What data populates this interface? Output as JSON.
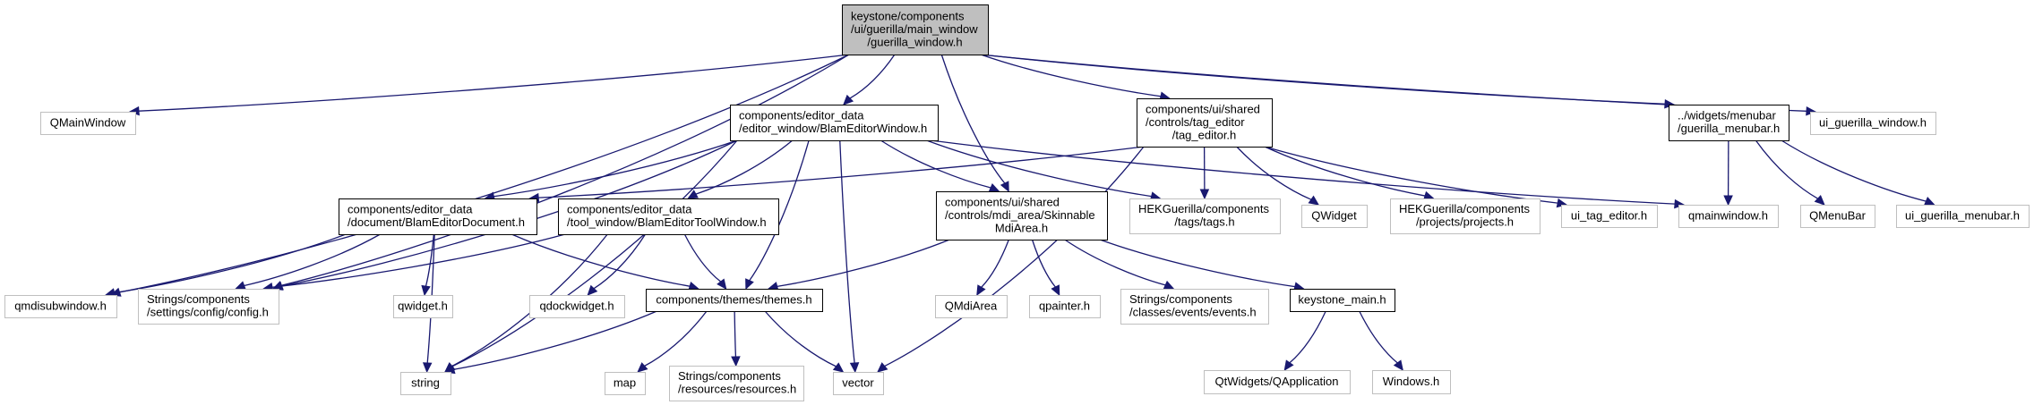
{
  "colors": {
    "edge": "#191970",
    "root_fill": "#bfbfbf",
    "root_border": "#000000",
    "documented_border": "#000000",
    "external_border": "#bfbfbf",
    "node_fill": "#ffffff"
  },
  "graph": {
    "title": "Include dependency graph for guerilla_window.h",
    "nodes": [
      {
        "id": "main",
        "kind": "root",
        "lines": [
          "keystone/components",
          "/ui/guerilla/main_window",
          "/guerilla_window.h"
        ]
      },
      {
        "id": "QMainWindow",
        "kind": "external",
        "lines": [
          "QMainWindow"
        ]
      },
      {
        "id": "bew",
        "kind": "documented",
        "lines": [
          "components/editor_data",
          "/editor_window/BlamEditorWindow.h"
        ]
      },
      {
        "id": "tag_editor",
        "kind": "documented",
        "lines": [
          "components/ui/shared",
          "/controls/tag_editor",
          "/tag_editor.h"
        ]
      },
      {
        "id": "menubar",
        "kind": "documented",
        "lines": [
          "../widgets/menubar",
          "/guerilla_menubar.h"
        ]
      },
      {
        "id": "ui_guerilla_window",
        "kind": "external",
        "lines": [
          "ui_guerilla_window.h"
        ]
      },
      {
        "id": "bedoc",
        "kind": "documented",
        "lines": [
          "components/editor_data",
          "/document/BlamEditorDocument.h"
        ]
      },
      {
        "id": "betw",
        "kind": "documented",
        "lines": [
          "components/editor_data",
          "/tool_window/BlamEditorToolWindow.h"
        ]
      },
      {
        "id": "mdiarea",
        "kind": "documented",
        "lines": [
          "components/ui/shared",
          "/controls/mdi_area/Skinnable",
          "MdiArea.h"
        ]
      },
      {
        "id": "tags",
        "kind": "external",
        "lines": [
          "HEKGuerilla/components",
          "/tags/tags.h"
        ]
      },
      {
        "id": "QWidget",
        "kind": "external",
        "lines": [
          "QWidget"
        ]
      },
      {
        "id": "projects",
        "kind": "external",
        "lines": [
          "HEKGuerilla/components",
          "/projects/projects.h"
        ]
      },
      {
        "id": "ui_tag_editor",
        "kind": "external",
        "lines": [
          "ui_tag_editor.h"
        ]
      },
      {
        "id": "qmainwindow_h",
        "kind": "external",
        "lines": [
          "qmainwindow.h"
        ]
      },
      {
        "id": "QMenuBar",
        "kind": "external",
        "lines": [
          "QMenuBar"
        ]
      },
      {
        "id": "ui_guerilla_menubar",
        "kind": "external",
        "lines": [
          "ui_guerilla_menubar.h"
        ]
      },
      {
        "id": "qmdisubwindow",
        "kind": "external",
        "lines": [
          "qmdisubwindow.h"
        ]
      },
      {
        "id": "config",
        "kind": "external",
        "lines": [
          "Strings/components",
          "/settings/config/config.h"
        ]
      },
      {
        "id": "qwidget_h",
        "kind": "external",
        "lines": [
          "qwidget.h"
        ]
      },
      {
        "id": "qdockwidget",
        "kind": "external",
        "lines": [
          "qdockwidget.h"
        ]
      },
      {
        "id": "themes",
        "kind": "documented",
        "lines": [
          "components/themes/themes.h"
        ]
      },
      {
        "id": "QMdiArea",
        "kind": "external",
        "lines": [
          "QMdiArea"
        ]
      },
      {
        "id": "qpainter",
        "kind": "external",
        "lines": [
          "qpainter.h"
        ]
      },
      {
        "id": "events",
        "kind": "external",
        "lines": [
          "Strings/components",
          "/classes/events/events.h"
        ]
      },
      {
        "id": "keystone_main",
        "kind": "documented",
        "lines": [
          "keystone_main.h"
        ]
      },
      {
        "id": "string",
        "kind": "external",
        "lines": [
          "string"
        ]
      },
      {
        "id": "map",
        "kind": "external",
        "lines": [
          "map"
        ]
      },
      {
        "id": "resources",
        "kind": "external",
        "lines": [
          "Strings/components",
          "/resources/resources.h"
        ]
      },
      {
        "id": "vector",
        "kind": "external",
        "lines": [
          "vector"
        ]
      },
      {
        "id": "QApplication",
        "kind": "external",
        "lines": [
          "QtWidgets/QApplication"
        ]
      },
      {
        "id": "Windows",
        "kind": "external",
        "lines": [
          "Windows.h"
        ]
      }
    ],
    "edges": [
      [
        "main",
        "QMainWindow"
      ],
      [
        "main",
        "bew"
      ],
      [
        "main",
        "tag_editor"
      ],
      [
        "main",
        "menubar"
      ],
      [
        "main",
        "ui_guerilla_window"
      ],
      [
        "main",
        "mdiarea"
      ],
      [
        "main",
        "qmdisubwindow"
      ],
      [
        "main",
        "config"
      ],
      [
        "bew",
        "bedoc"
      ],
      [
        "bew",
        "betw"
      ],
      [
        "bew",
        "mdiarea"
      ],
      [
        "bew",
        "themes"
      ],
      [
        "bew",
        "string"
      ],
      [
        "bew",
        "vector"
      ],
      [
        "bew",
        "config"
      ],
      [
        "bew",
        "tags"
      ],
      [
        "bew",
        "qmainwindow_h"
      ],
      [
        "tag_editor",
        "tags"
      ],
      [
        "tag_editor",
        "QWidget"
      ],
      [
        "tag_editor",
        "projects"
      ],
      [
        "tag_editor",
        "ui_tag_editor"
      ],
      [
        "tag_editor",
        "vector"
      ],
      [
        "tag_editor",
        "bedoc"
      ],
      [
        "menubar",
        "qmainwindow_h"
      ],
      [
        "menubar",
        "QMenuBar"
      ],
      [
        "menubar",
        "ui_guerilla_menubar"
      ],
      [
        "bedoc",
        "qmdisubwindow"
      ],
      [
        "bedoc",
        "config"
      ],
      [
        "bedoc",
        "qwidget_h"
      ],
      [
        "bedoc",
        "string"
      ],
      [
        "bedoc",
        "themes"
      ],
      [
        "betw",
        "config"
      ],
      [
        "betw",
        "qdockwidget"
      ],
      [
        "betw",
        "themes"
      ],
      [
        "betw",
        "string"
      ],
      [
        "mdiarea",
        "themes"
      ],
      [
        "mdiarea",
        "QMdiArea"
      ],
      [
        "mdiarea",
        "qpainter"
      ],
      [
        "mdiarea",
        "events"
      ],
      [
        "mdiarea",
        "keystone_main"
      ],
      [
        "themes",
        "string"
      ],
      [
        "themes",
        "map"
      ],
      [
        "themes",
        "resources"
      ],
      [
        "themes",
        "vector"
      ],
      [
        "keystone_main",
        "QApplication"
      ],
      [
        "keystone_main",
        "Windows"
      ]
    ]
  }
}
